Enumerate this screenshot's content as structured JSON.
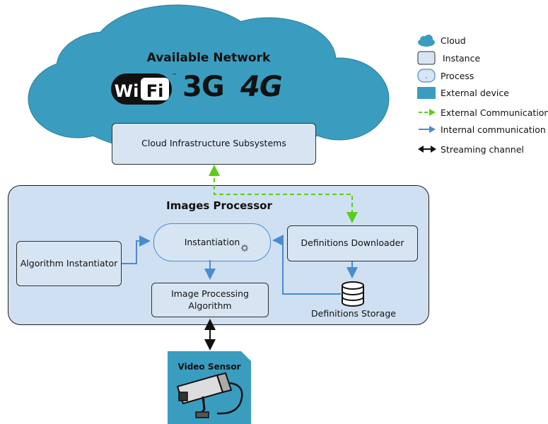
{
  "cloud": {
    "title": "Available Network",
    "wifi_logo_text": "Wi Fi",
    "tm_mark": "™",
    "net_3g": "3G",
    "net_4g": "4G",
    "infra_label": "Cloud Infrastructure Subsystems"
  },
  "processor": {
    "title": "Images Processor",
    "algorithm_instantiator": "Algorithm Instantiator",
    "instantiation": "Instantiation",
    "definitions_downloader": "Definitions Downloader",
    "image_processing_algorithm": "Image Processing Algorithm",
    "definitions_storage": "Definitions Storage"
  },
  "sensor": {
    "label": "Video Sensor"
  },
  "legend": {
    "cloud": "Cloud",
    "instance": "Instance",
    "process": "Process",
    "external_device": "External device",
    "external_communication": "External Communication",
    "internal_communication": "Internal communication",
    "streaming_channel": "Streaming channel"
  },
  "colors": {
    "cloud_fill": "#3a9dbf",
    "instance_fill": "#d7e5f3",
    "processor_fill": "#cfe0f2",
    "external_device_fill": "#3a9dbf",
    "external_comm": "#5ccc1e",
    "internal_comm": "#4a8bd0",
    "streaming": "#111111"
  }
}
